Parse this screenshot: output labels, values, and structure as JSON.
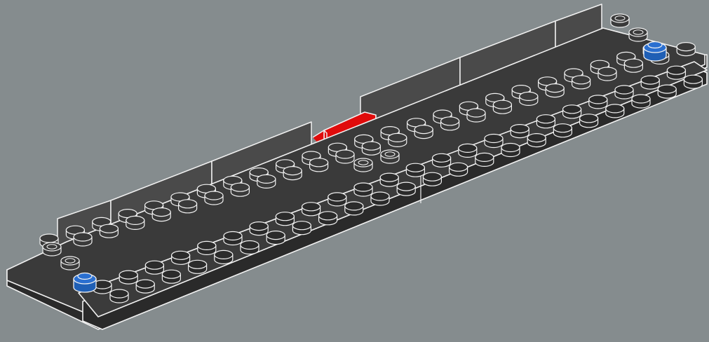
{
  "scene": {
    "subject": "lego-build-instruction-step",
    "background_color": "#858c8e",
    "colors": {
      "brick_dark": "#3a3a3a",
      "brick_mid": "#4a4a4a",
      "brick_side": "#2a2a2a",
      "outline": "#f2f2f2",
      "highlight_red": "#e00b0b",
      "highlight_blue": "#1f5fb5"
    },
    "parts": [
      {
        "name": "base-plate-left",
        "color": "dark-grey"
      },
      {
        "name": "base-plate-right",
        "color": "dark-grey"
      },
      {
        "name": "front-plate-row",
        "color": "dark-grey"
      },
      {
        "name": "back-wall-panels",
        "color": "dark-grey"
      },
      {
        "name": "red-wall-panel",
        "color": "red"
      },
      {
        "name": "blue-round-stud-left",
        "color": "blue"
      },
      {
        "name": "blue-round-stud-right",
        "color": "blue"
      }
    ]
  }
}
